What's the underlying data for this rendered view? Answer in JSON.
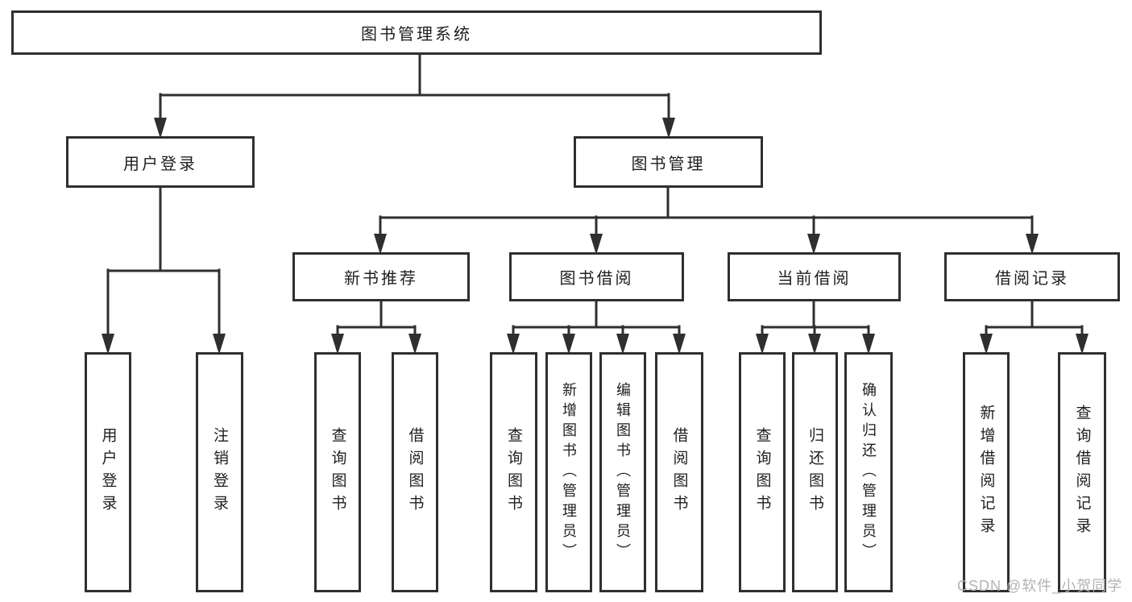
{
  "diagram": {
    "title": "图书管理系统",
    "root": {
      "label": "图书管理系统"
    },
    "level2": [
      {
        "label": "用户登录"
      },
      {
        "label": "图书管理"
      }
    ],
    "level3": [
      {
        "label": "新书推荐"
      },
      {
        "label": "图书借阅"
      },
      {
        "label": "当前借阅"
      },
      {
        "label": "借阅记录"
      }
    ],
    "leaves": {
      "user": [
        "用户登录",
        "注销登录"
      ],
      "recommend": [
        "查询图书",
        "借阅图书"
      ],
      "borrow": [
        "查询图书",
        "新增图书（管理员）",
        "编辑图书（管理员）",
        "借阅图书"
      ],
      "current": [
        "查询图书",
        "归还图书",
        "确认归还（管理员）"
      ],
      "records": [
        "新增借阅记录",
        "查询借阅记录"
      ]
    },
    "colors": {
      "line": "#2f2f2f",
      "border": "#2f2f2f",
      "text": "#1f1f1f",
      "background": "#ffffff",
      "watermark": "#b3b3b3"
    }
  },
  "watermark": {
    "text": "CSDN @软件_小贺同学"
  }
}
